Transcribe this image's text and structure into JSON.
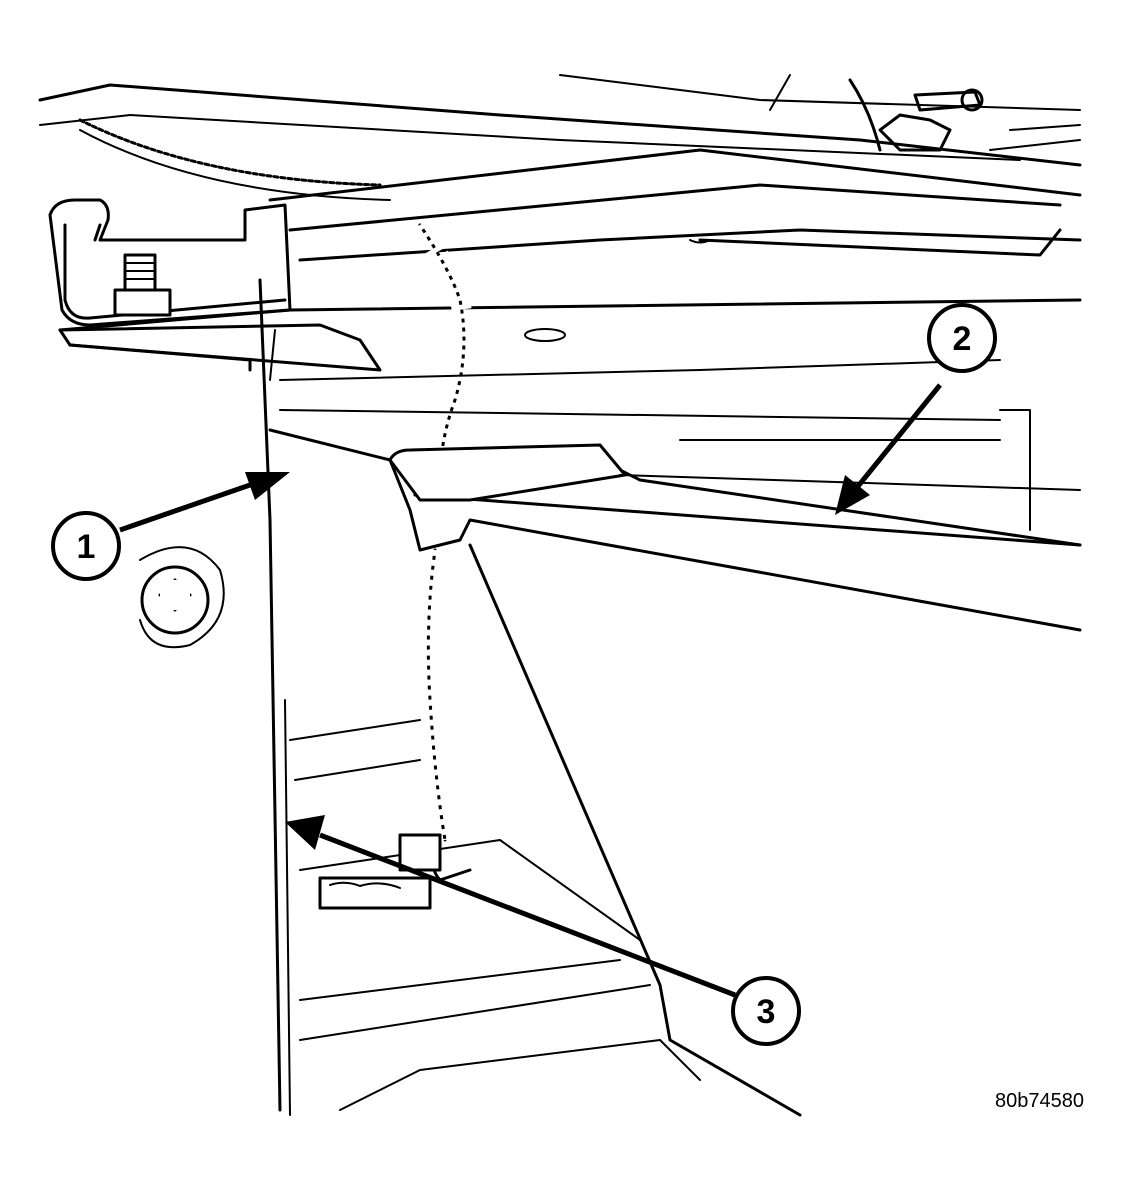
{
  "callouts": [
    {
      "label": "1"
    },
    {
      "label": "2"
    },
    {
      "label": "3"
    }
  ],
  "figure_id": "80b74580"
}
